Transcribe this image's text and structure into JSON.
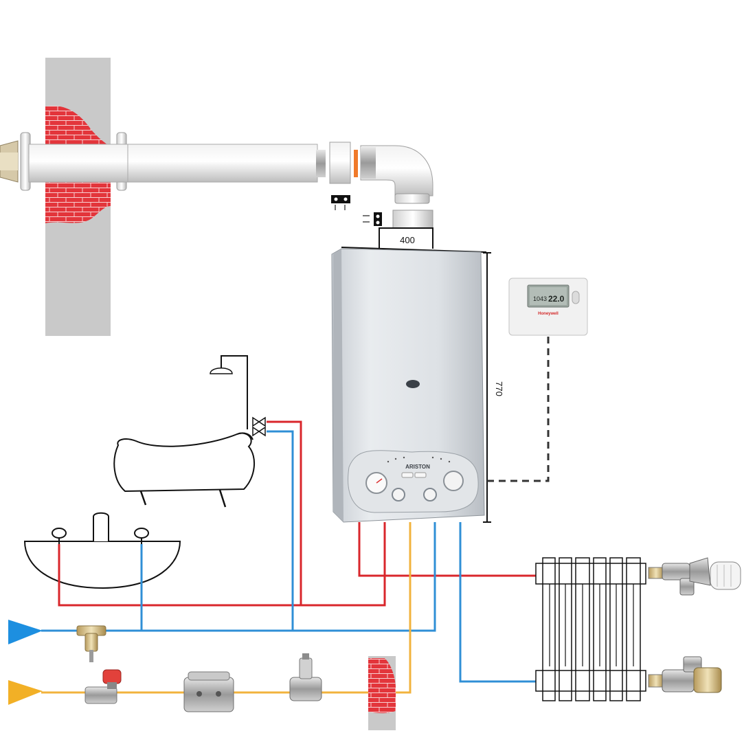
{
  "dimensions": {
    "width_label": "400",
    "height_label": "770"
  },
  "boiler": {
    "brand": "ARISTON"
  },
  "thermostat": {
    "brand": "Honeywell",
    "time": "1043",
    "temperature": "22.0"
  },
  "colors": {
    "hot_water": "#d9262b",
    "cold_water": "#2f8fd6",
    "gas": "#f2b33d",
    "inlet_cold": "#1d8fe0",
    "inlet_gas": "#f2b026",
    "wall": "#c9c9c9",
    "brick": "#e23a3f"
  }
}
